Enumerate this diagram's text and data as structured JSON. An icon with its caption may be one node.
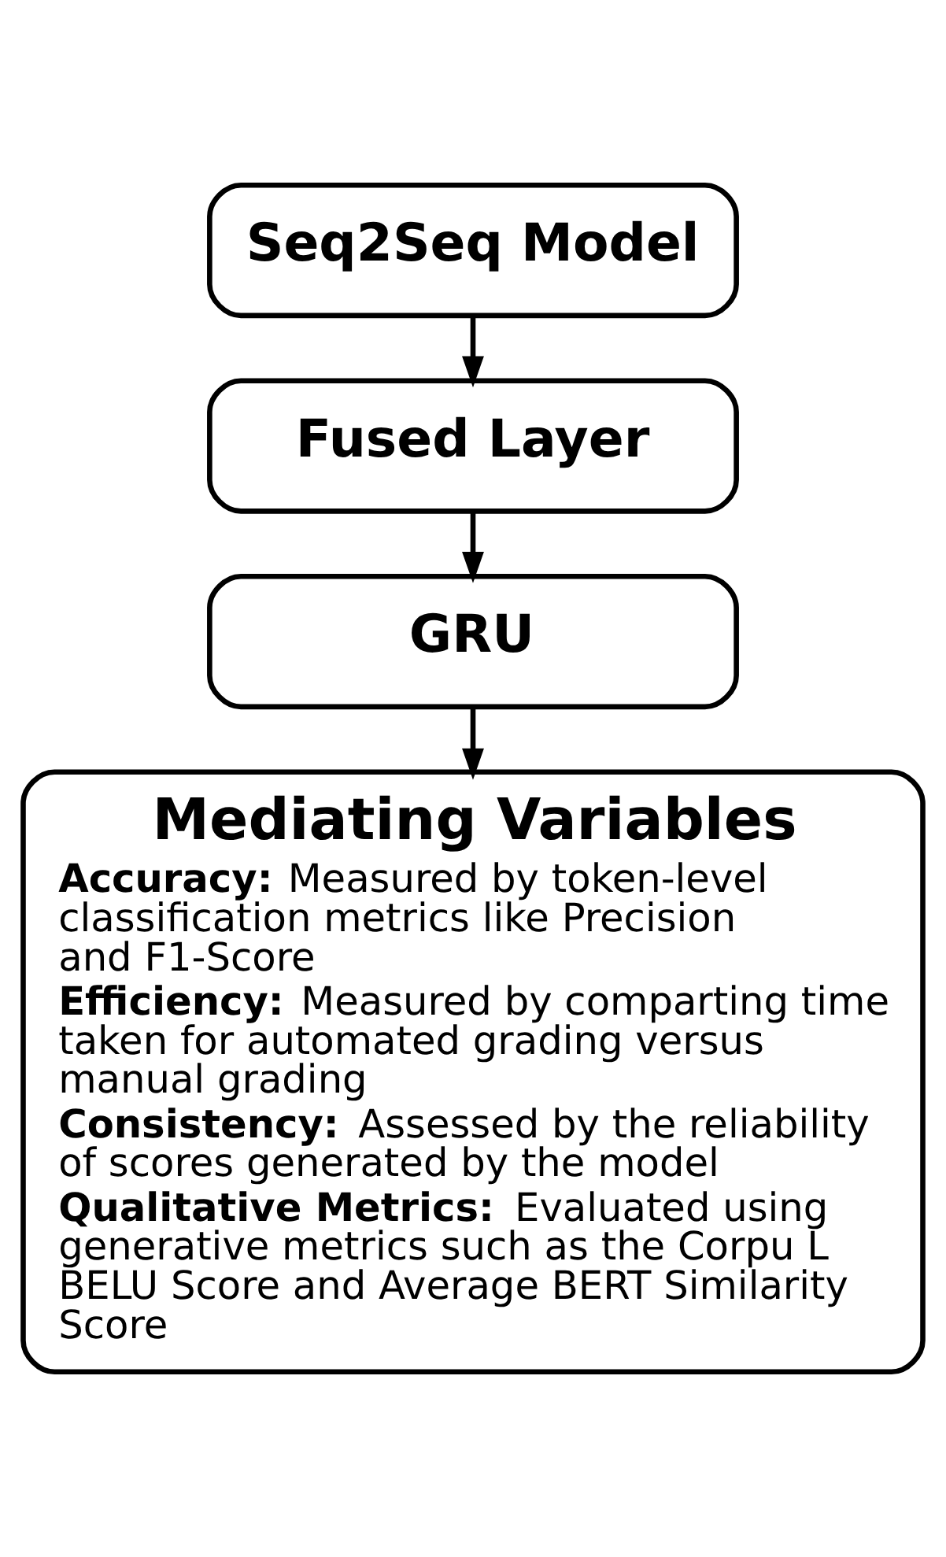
{
  "diagram": {
    "nodes": [
      {
        "text": [
          "Seq2Seq Model"
        ]
      },
      {
        "text": [
          "Fused Layer"
        ]
      },
      {
        "text": [
          "GRU"
        ]
      },
      {
        "text": [
          "Mediating Variables",
          "**Accuracy:** Measured by token-level classification metrics like Precision and F1-Score",
          "**Efficiency:** Measured by comparting time taken for automated grading versus manual grading",
          "**Consistency:** Assessed by the reliability of scores generated by the model",
          "**Qualitative Metrics:** Evaluated using generative metrics such as the Corpu L BELU Score and Average BERT Similarity Score"
        ]
      }
    ],
    "edges": [
      {
        "from": 0,
        "to": 1,
        "arrow": "to"
      },
      {
        "from": 1,
        "to": 2,
        "arrow": "to"
      },
      {
        "from": 2,
        "to": 3,
        "arrow": "to"
      }
    ]
  }
}
